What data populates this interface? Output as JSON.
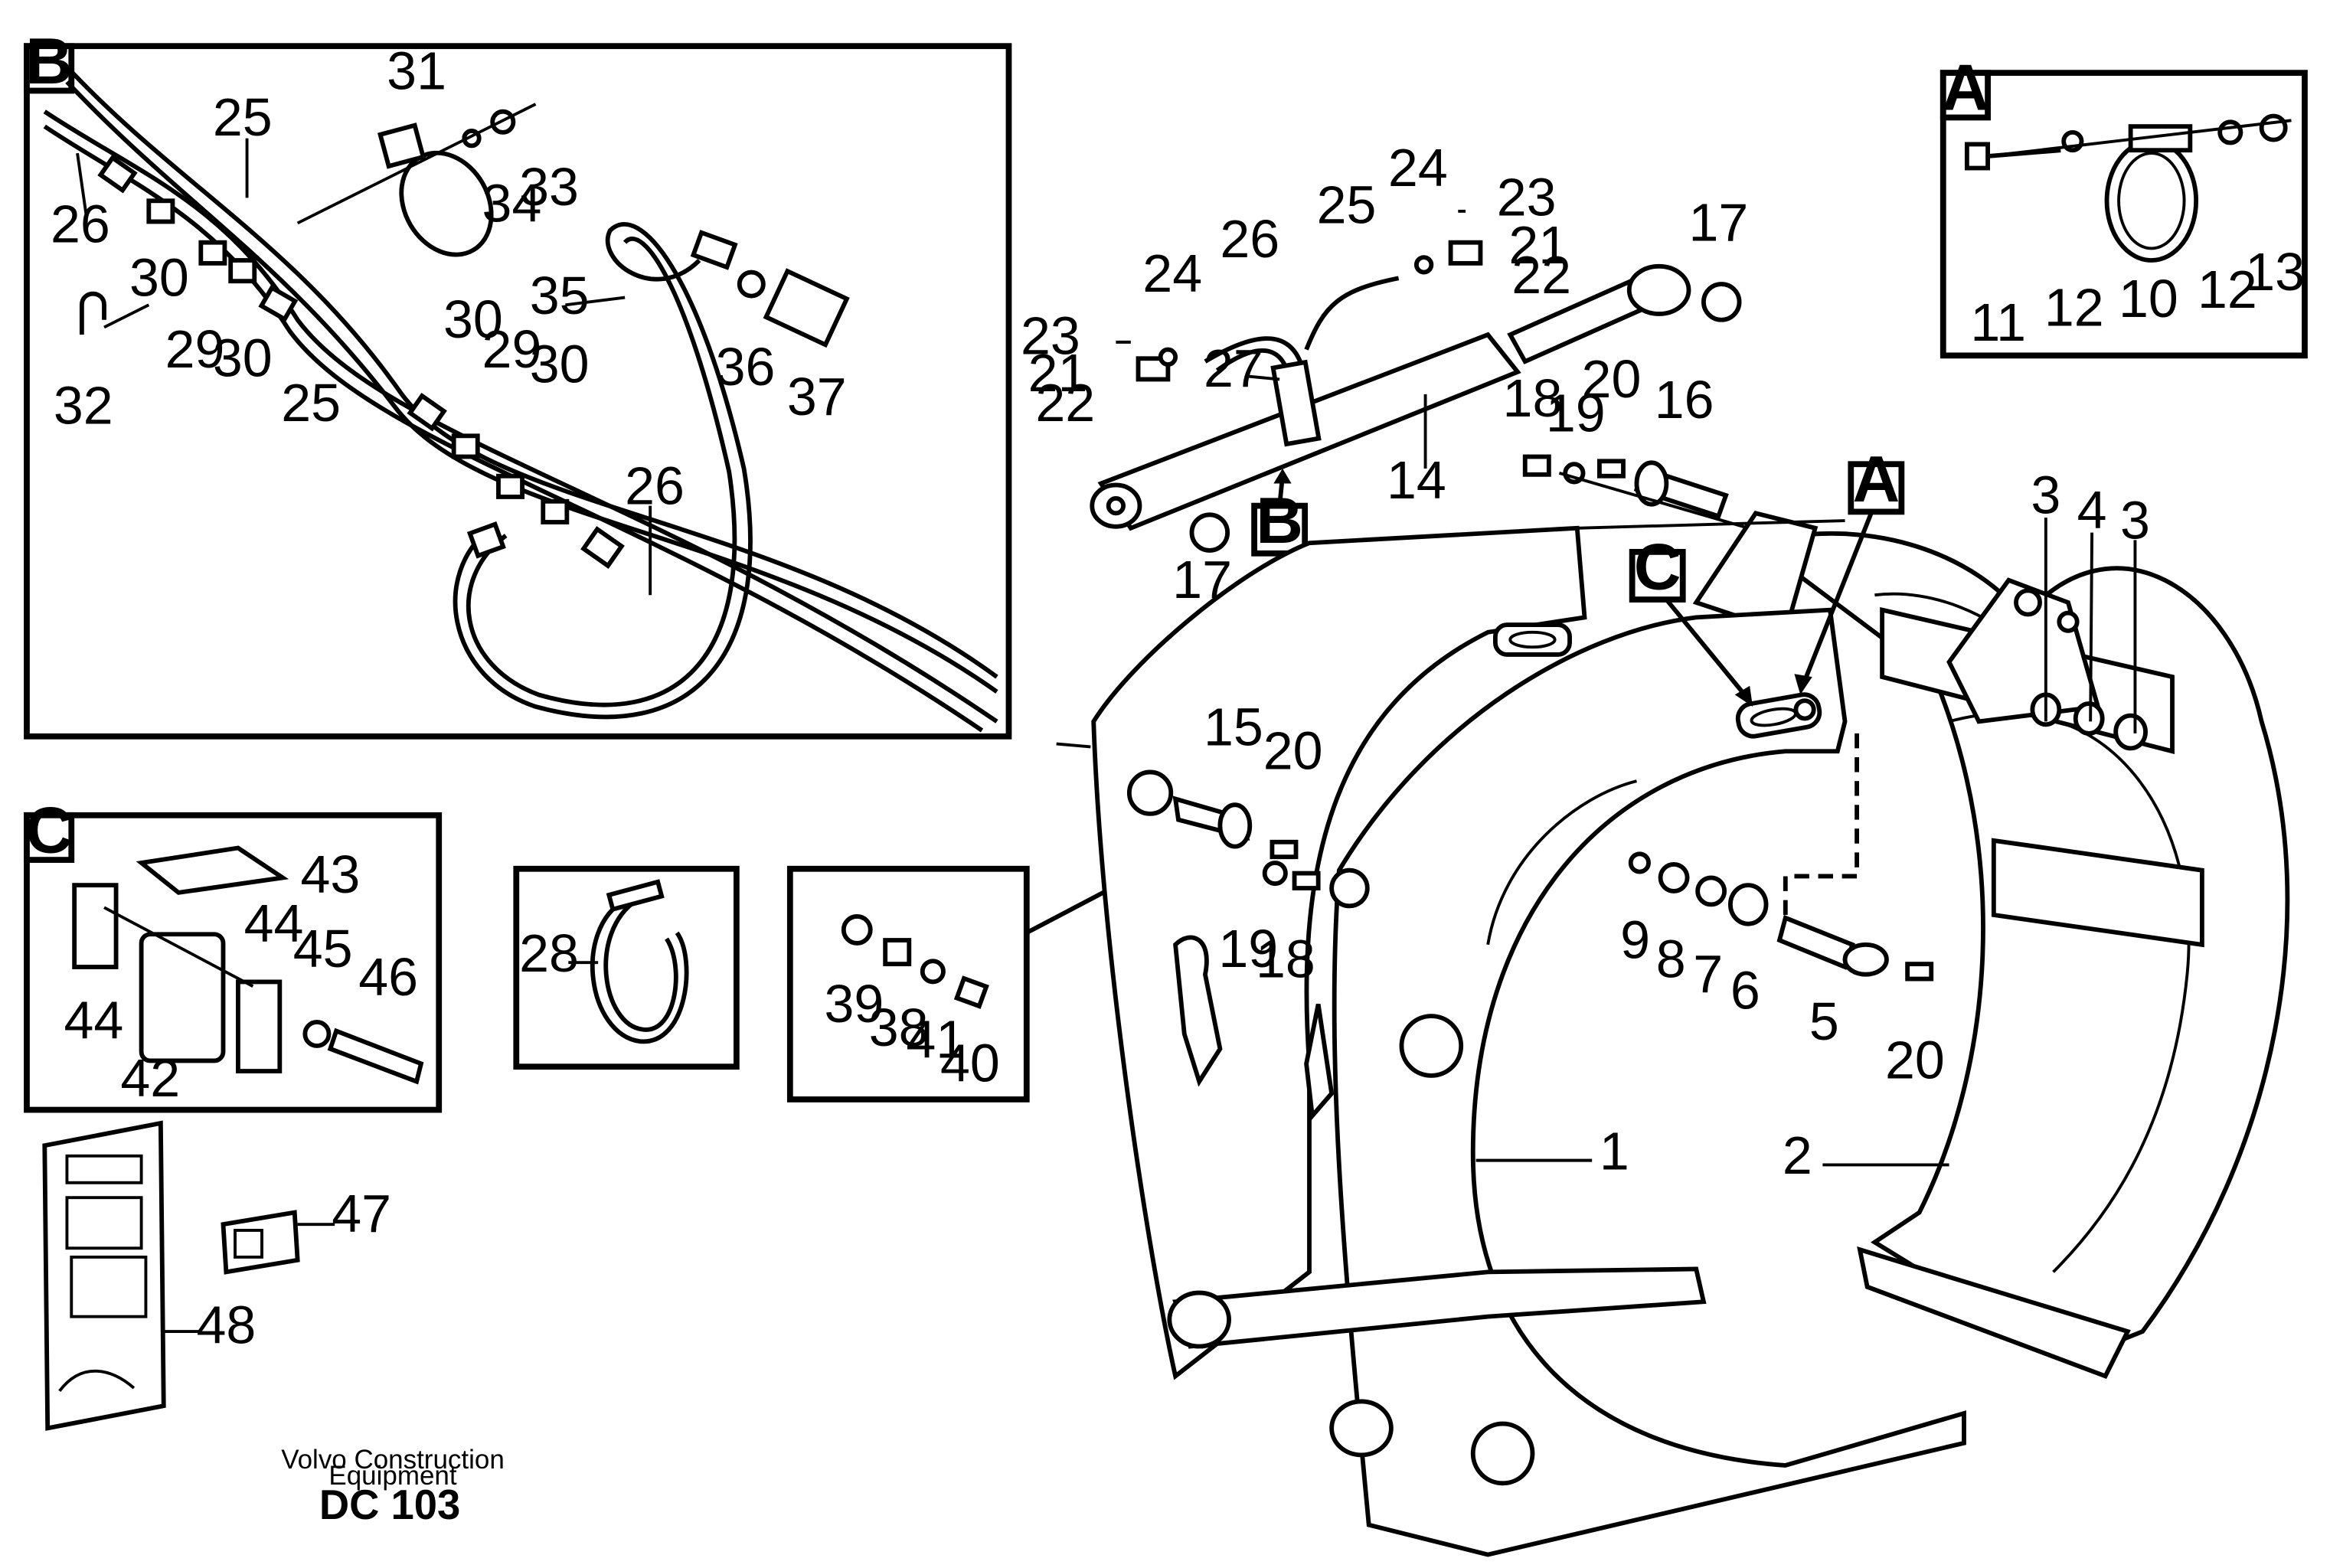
{
  "detail_boxes": {
    "A": "A",
    "B": "B",
    "C": "C"
  },
  "callouts": {
    "A": "A",
    "B": "B",
    "C": "C"
  },
  "part_numbers": {
    "p1": "1",
    "p2": "2",
    "p3a": "3",
    "p3b": "3",
    "p4": "4",
    "p5": "5",
    "p6": "6",
    "p7": "7",
    "p8": "8",
    "p9": "9",
    "p10": "10",
    "p11": "11",
    "p12a": "12",
    "p12b": "12",
    "p13": "13",
    "p14": "14",
    "p15": "15",
    "p16": "16",
    "p17a": "17",
    "p17b": "17",
    "p18a": "18",
    "p18b": "18",
    "p19a": "19",
    "p19b": "19",
    "p20a": "20",
    "p20b": "20",
    "p20c": "20",
    "p21a": "21",
    "p21b": "21",
    "p22a": "22",
    "p22b": "22",
    "p23a": "23",
    "p23b": "23",
    "p24a": "24",
    "p24b": "24",
    "p25a": "25",
    "p25b": "25",
    "p25c": "25",
    "p26a": "26",
    "p26b": "26",
    "p26c": "26",
    "p27": "27",
    "p28": "28",
    "p29a": "29",
    "p29b": "29",
    "p30a": "30",
    "p30b": "30",
    "p30c": "30",
    "p30d": "30",
    "p31": "31",
    "p32": "32",
    "p33": "33",
    "p34": "34",
    "p35": "35",
    "p36": "36",
    "p37": "37",
    "p38": "38",
    "p39": "39",
    "p40": "40",
    "p41": "41",
    "p42": "42",
    "p43": "43",
    "p44a": "44",
    "p44b": "44",
    "p45": "45",
    "p46": "46",
    "p47": "47",
    "p48": "48"
  },
  "footer": {
    "credit_line1": "Volvo Construction",
    "credit_line2": "Equipment",
    "doc_code": "DC 103"
  }
}
